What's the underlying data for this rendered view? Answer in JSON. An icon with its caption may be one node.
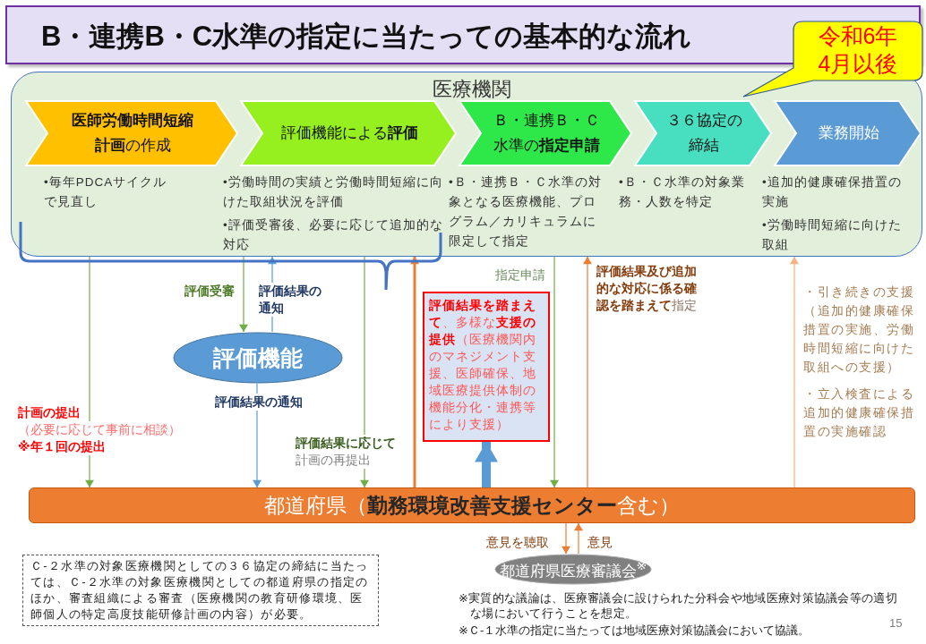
{
  "diagram": {
    "title": "B・連携B・C水準の指定に当たっての基本的な流れ",
    "nodes": [
      {
        "text": [
          "医療機関"
        ]
      },
      {
        "text": [
          "**医師労働時間短縮計画**の作成"
        ],
        "in": 0,
        "beside": [
          "•毎年PDCAサイクルで見直し"
        ]
      },
      {
        "text": [
          "評価機能による**評価**"
        ],
        "in": 0,
        "beside": [
          "•労働時間の実績と労働時間短縮に向けた取組状況を評価",
          "•評価受審後、必要に応じて追加的な対応"
        ]
      },
      {
        "text": [
          "Ｂ・連携Ｂ・Ｃ水準の**指定申請**"
        ],
        "in": 0,
        "beside": [
          "•Ｂ・連携Ｂ・Ｃ水準の対象となる医療機能、プログラム／カリキュラムに限定して指定"
        ]
      },
      {
        "text": [
          "３６協定の締結"
        ],
        "in": 0,
        "beside": [
          "•Ｂ・Ｃ水準の対象業務・人数を特定"
        ]
      },
      {
        "text": [
          "業務開始"
        ],
        "in": 0,
        "beside": [
          "•追加的健康確保措置の実施",
          "•労働時間短縮に向けた取組"
        ]
      },
      {
        "text": [
          "評価機能"
        ]
      },
      {
        "text": [
          "**評価結果を踏まえて**、多様な**支援の提供**（医療機関内のマネジメント支援、医師確保、地域医療提供体制の機能分化・連携等により支援）"
        ]
      },
      {
        "text": [
          "都道府県（**勤務環境改善支援センター**含む）"
        ]
      },
      {
        "text": [
          "都道府県医療審議会$^{※}$"
        ]
      },
      {
        "text": [
          "令和6年4月以後"
        ]
      },
      {
        "text": [
          "Ｃ-２水準の対象医療機関としての３６協定の締結に当たっては、Ｃ-２水準の対象医療機関としての都道府県の指定のほか、審査組織による審査（医療機関の教育研修環境、医師個人の特定高度技能研修計画の内容）が必要。"
        ]
      }
    ],
    "edges": [
      {
        "from": 0,
        "to": 8,
        "arrow": "to"
      },
      {
        "from": 0,
        "to": 6,
        "arrow": "to",
        "label": "評価受審"
      },
      {
        "from": 6,
        "to": 0,
        "arrow": "to",
        "label": "評価結果の通知",
        "color": "#5b9bd5"
      },
      {
        "from": 6,
        "to": 8,
        "arrow": "to",
        "label": "評価結果の通知",
        "color": "#5b9bd5"
      },
      {
        "from": 0,
        "to": 8,
        "arrow": "to",
        "label": "**評価結果に応じて**計画の再提出"
      },
      {
        "from": 8,
        "to": 0,
        "arrow": "to",
        "style": "thick",
        "color": "#ed7d31"
      },
      {
        "from": 8,
        "to": 7,
        "arrow": "to",
        "style": "thick",
        "color": "#5b9bd5"
      },
      {
        "from": 0,
        "to": 8,
        "arrow": "to",
        "label": "指定申請"
      },
      {
        "from": 8,
        "to": 0,
        "arrow": "to",
        "label": "**評価結果及び追加的な対応に係る確認を踏まえて**指定",
        "color": "#ed7d31"
      },
      {
        "from": 8,
        "to": 0,
        "arrow": "to",
        "color": "#f4b183"
      },
      {
        "from": 8,
        "to": 9,
        "arrow": "to",
        "label": "意見を聴取",
        "color": "#ed7d31"
      },
      {
        "from": 9,
        "to": 8,
        "arrow": "to",
        "label": "意見",
        "color": "#ed7d31"
      }
    ],
    "labels": [
      "計画の提出",
      "（必要に応じて事前に相談）",
      "※年１回の提出",
      "・引き続きの支援（追加的健康確保措置の実施、労働時間短縮に向けた取組への支援）",
      "・立入検査による追加的健康確保措置の実施確認",
      "※実質的な議論は、医療審議会に設けられた分科会や地域医療対策協議会等の適切な場において行うことを想定。",
      "※Ｃ-１水準の指定に当たっては地域医療対策協議会において協議。",
      "15"
    ]
  }
}
